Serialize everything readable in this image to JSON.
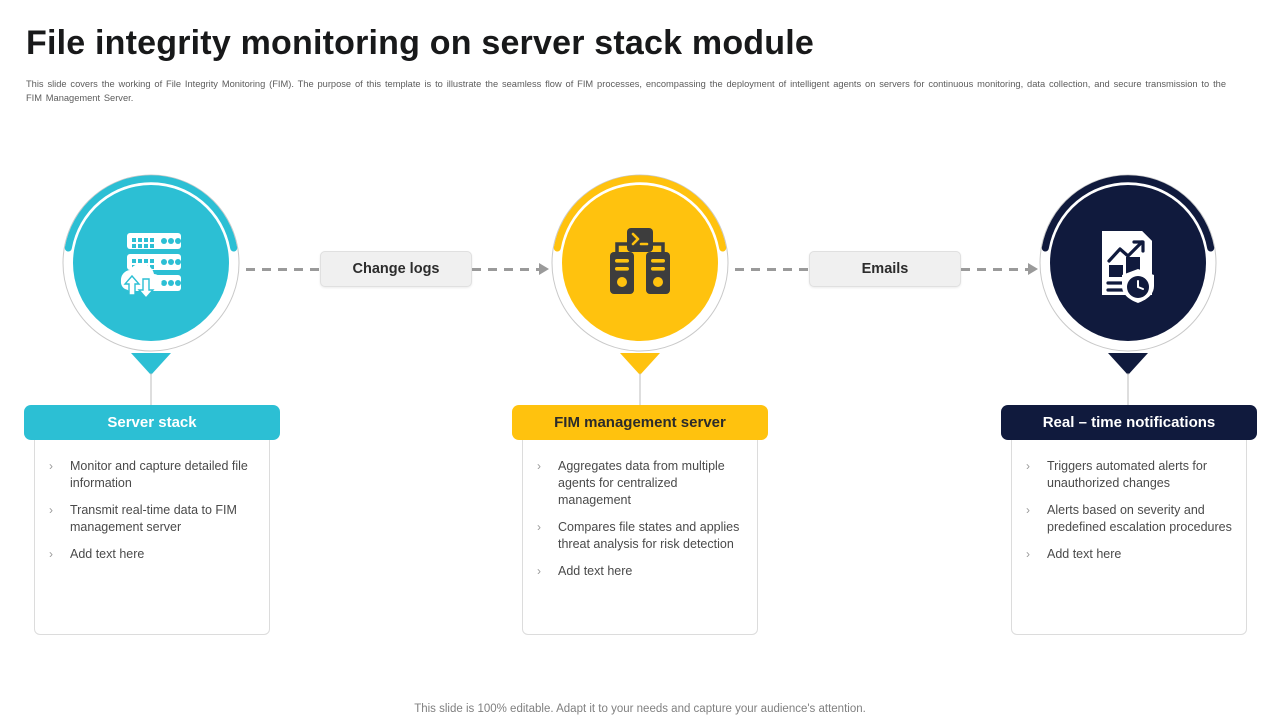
{
  "slide": {
    "title": "File integrity monitoring on server stack module",
    "subtitle": "This slide covers the working of File Integrity Monitoring (FIM). The purpose of this template is to illustrate the seamless flow of FIM processes, encompassing the deployment of intelligent agents on servers for continuous monitoring, data collection, and secure transmission to the FIM Management Server.",
    "footer": "This slide is 100% editable. Adapt it to your needs and capture your audience's attention."
  },
  "colors": {
    "teal": "#2CBFD4",
    "amber": "#FFC20E",
    "navy": "#101A3D",
    "connector_gray": "#9A9A9A",
    "label_bg": "#F0F0F0"
  },
  "connectors": [
    {
      "label": "Change logs",
      "icon": "arrow-right-icon"
    },
    {
      "label": "Emails",
      "icon": "arrow-right-icon"
    }
  ],
  "nodes": [
    {
      "icon": "server-stack-cloud-icon",
      "accent": "#2CBFD4"
    },
    {
      "icon": "terminal-servers-icon",
      "accent": "#FFC20E"
    },
    {
      "icon": "report-chart-shield-clock-icon",
      "accent": "#101A3D"
    }
  ],
  "cards": [
    {
      "title": "Server stack",
      "bullets": [
        "Monitor and capture detailed file information",
        "Transmit real-time data to FIM management server",
        "Add text here"
      ]
    },
    {
      "title": "FIM management server",
      "bullets": [
        "Aggregates data from multiple agents for centralized management",
        "Compares file states and applies threat analysis for risk detection",
        "Add text here"
      ]
    },
    {
      "title": "Real – time notifications",
      "bullets": [
        "Triggers automated alerts for unauthorized changes",
        "Alerts based on severity and predefined escalation procedures",
        "Add text here"
      ]
    }
  ]
}
